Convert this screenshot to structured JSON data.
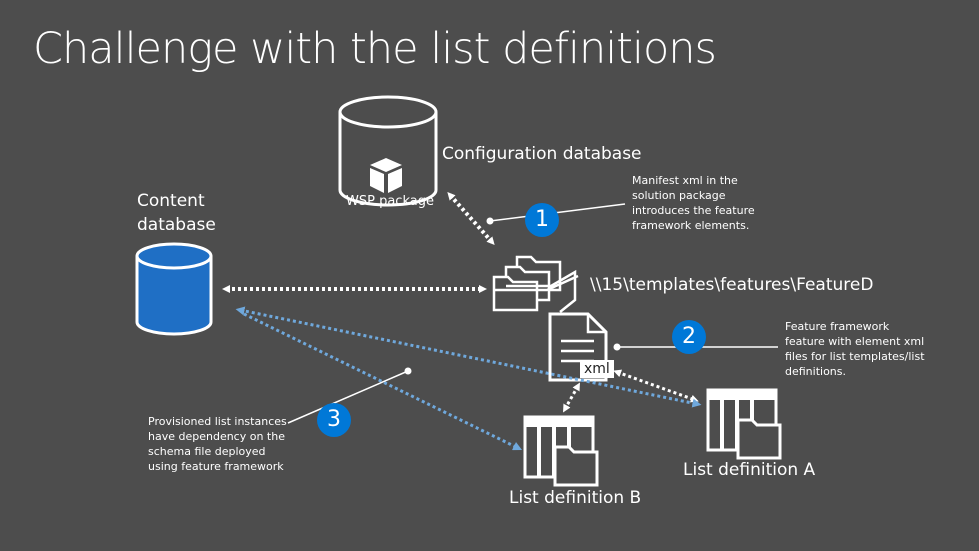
{
  "title": "Challenge with the list definitions",
  "labels": {
    "config_db": "Configuration database",
    "content_db": "Content database",
    "wsp": "WSP package",
    "feature_path": "\\\\15\\templates\\features\\FeatureD",
    "xml": "xml",
    "list_def_a": "List definition A",
    "list_def_b": "List definition B"
  },
  "steps": [
    {
      "number": "1",
      "note": "Manifest xml in the solution package introduces the feature framework elements."
    },
    {
      "number": "2",
      "note": "Feature framework feature with element xml files for list templates/list definitions."
    },
    {
      "number": "3",
      "note": "Provisioned list instances have dependency on the schema file deployed using feature framework"
    }
  ],
  "colors": {
    "background": "#4d4d4d",
    "accent": "#0078d7",
    "content_db": "#1f6fc5",
    "dependency_arrow": "#6fa8dc"
  }
}
